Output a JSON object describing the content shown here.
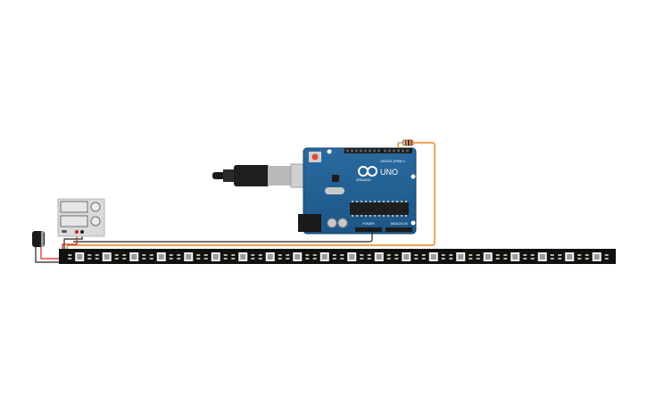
{
  "arduino": {
    "brand_text": "ARDUINO",
    "model_text": "UNO",
    "digital_header_label": "DIGITAL (PWM~)",
    "power_header_label": "POWER",
    "analog_header_label": "ANALOG IN"
  },
  "led_strip": {
    "led_count": 20
  },
  "colors": {
    "board_blue": "#1f5f93",
    "strip_black": "#111111",
    "wire_orange": "#e8861a",
    "wire_red": "#d21f1f",
    "wire_black": "#222222",
    "supply_panel": "#d8dadb"
  }
}
